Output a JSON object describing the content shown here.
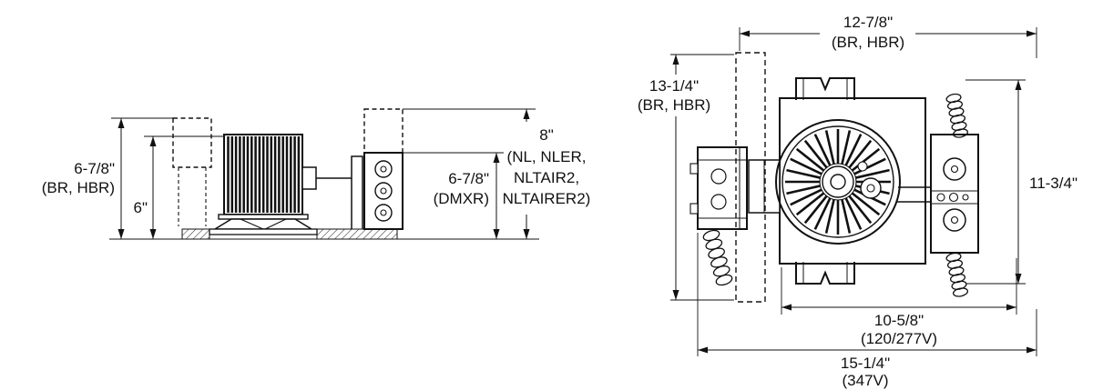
{
  "side_view": {
    "dim_a": "6-7/8\"",
    "dim_a_note": "(BR, HBR)",
    "dim_b": "6\"",
    "dim_c": "6-7/8\"",
    "dim_c_note": "(DMXR)",
    "dim_d": "8\"",
    "dim_d_note_1": "(NL, NLER,",
    "dim_d_note_2": "NLTAIR2,",
    "dim_d_note_3": "NLTAIRER2)"
  },
  "plan_view": {
    "dim_top": "12-7/8\"",
    "dim_top_note": "(BR, HBR)",
    "dim_left": "13-1/4\"",
    "dim_left_note": "(BR, HBR)",
    "dim_right": "11-3/4\"",
    "dim_inner_width": "10-5/8\"",
    "dim_inner_width_note": "(120/277V)",
    "dim_overall_width": "15-1/4\"",
    "dim_overall_width_note": "(347V)"
  }
}
